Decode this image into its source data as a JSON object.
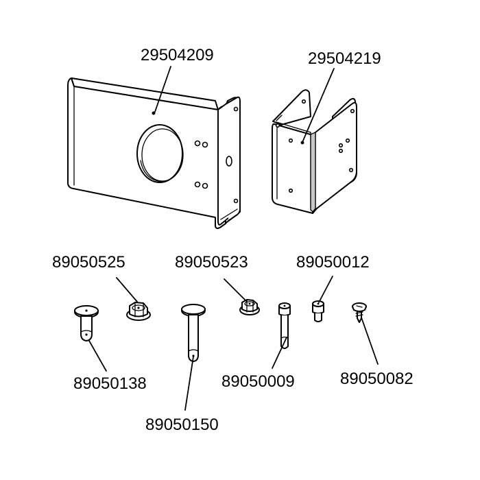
{
  "diagram": {
    "parts": [
      {
        "id": "bracket_large",
        "part_number": "29504209"
      },
      {
        "id": "bracket_u",
        "part_number": "29504219"
      },
      {
        "id": "pin_short",
        "part_number": "89050138"
      },
      {
        "id": "flange_nut_large",
        "part_number": "89050525"
      },
      {
        "id": "pin_long",
        "part_number": "89050150"
      },
      {
        "id": "flange_nut_small",
        "part_number": "89050523"
      },
      {
        "id": "bolt_long",
        "part_number": "89050009"
      },
      {
        "id": "cap_screw",
        "part_number": "89050012"
      },
      {
        "id": "self_tapping_screw",
        "part_number": "89050082"
      }
    ]
  },
  "colors": {
    "line": "#000000",
    "background": "#ffffff",
    "shade": "#c8c8c8"
  }
}
